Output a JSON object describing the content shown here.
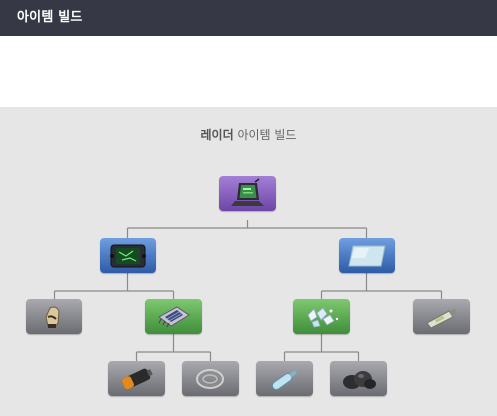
{
  "header": {
    "title": "아이템 빌드"
  },
  "build": {
    "champion": "레이더",
    "title_suffix": " 아이템 빌드"
  },
  "items": {
    "root": {
      "icon": "laptop-icon",
      "tier_color": "#8e62c7"
    },
    "left_child": {
      "icon": "circuit-board-icon",
      "tier_color": "#3f72c0"
    },
    "right_child": {
      "icon": "glass-panel-icon",
      "tier_color": "#3f72c0"
    },
    "gloves": {
      "icon": "glove-icon",
      "tier_color": "#888990"
    },
    "microchip": {
      "icon": "microchip-icon",
      "tier_color": "#57a34f"
    },
    "crystals": {
      "icon": "crystal-shards-icon",
      "tier_color": "#57a34f"
    },
    "glue_tube": {
      "icon": "glue-tube-icon",
      "tier_color": "#888990"
    },
    "battery": {
      "icon": "battery-icon",
      "tier_color": "#888990"
    },
    "wire_coil": {
      "icon": "wire-coil-icon",
      "tier_color": "#888990"
    },
    "glass_bottle": {
      "icon": "glass-bottle-icon",
      "tier_color": "#888990"
    },
    "stones": {
      "icon": "stones-icon",
      "tier_color": "#888990"
    }
  }
}
